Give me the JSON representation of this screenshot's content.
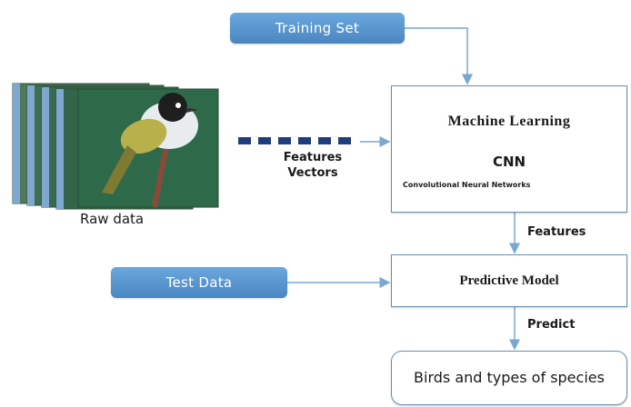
{
  "colors": {
    "pill": "#5b9bd5",
    "pill_dark": "#4a86c0",
    "connector": "#7aa7d0",
    "dash": "#1f3d7a",
    "box_border": "#6a8fb0"
  },
  "nodes": {
    "training_set": "Training Set",
    "test_data": "Test Data",
    "machine_learning": {
      "title": "Machine Learning",
      "model": "CNN",
      "model_full": "Convolutional Neural Networks"
    },
    "predictive_model": "Predictive Model",
    "output": "Birds and types of species"
  },
  "labels": {
    "features": "Features",
    "predict": "Predict",
    "features_vectors_line1": "Features",
    "features_vectors_line2": "Vectors",
    "raw_data": "Raw data"
  },
  "icons": {
    "raw_data_images": "bird-photo-stack",
    "feature_vector": "dashed-line"
  }
}
